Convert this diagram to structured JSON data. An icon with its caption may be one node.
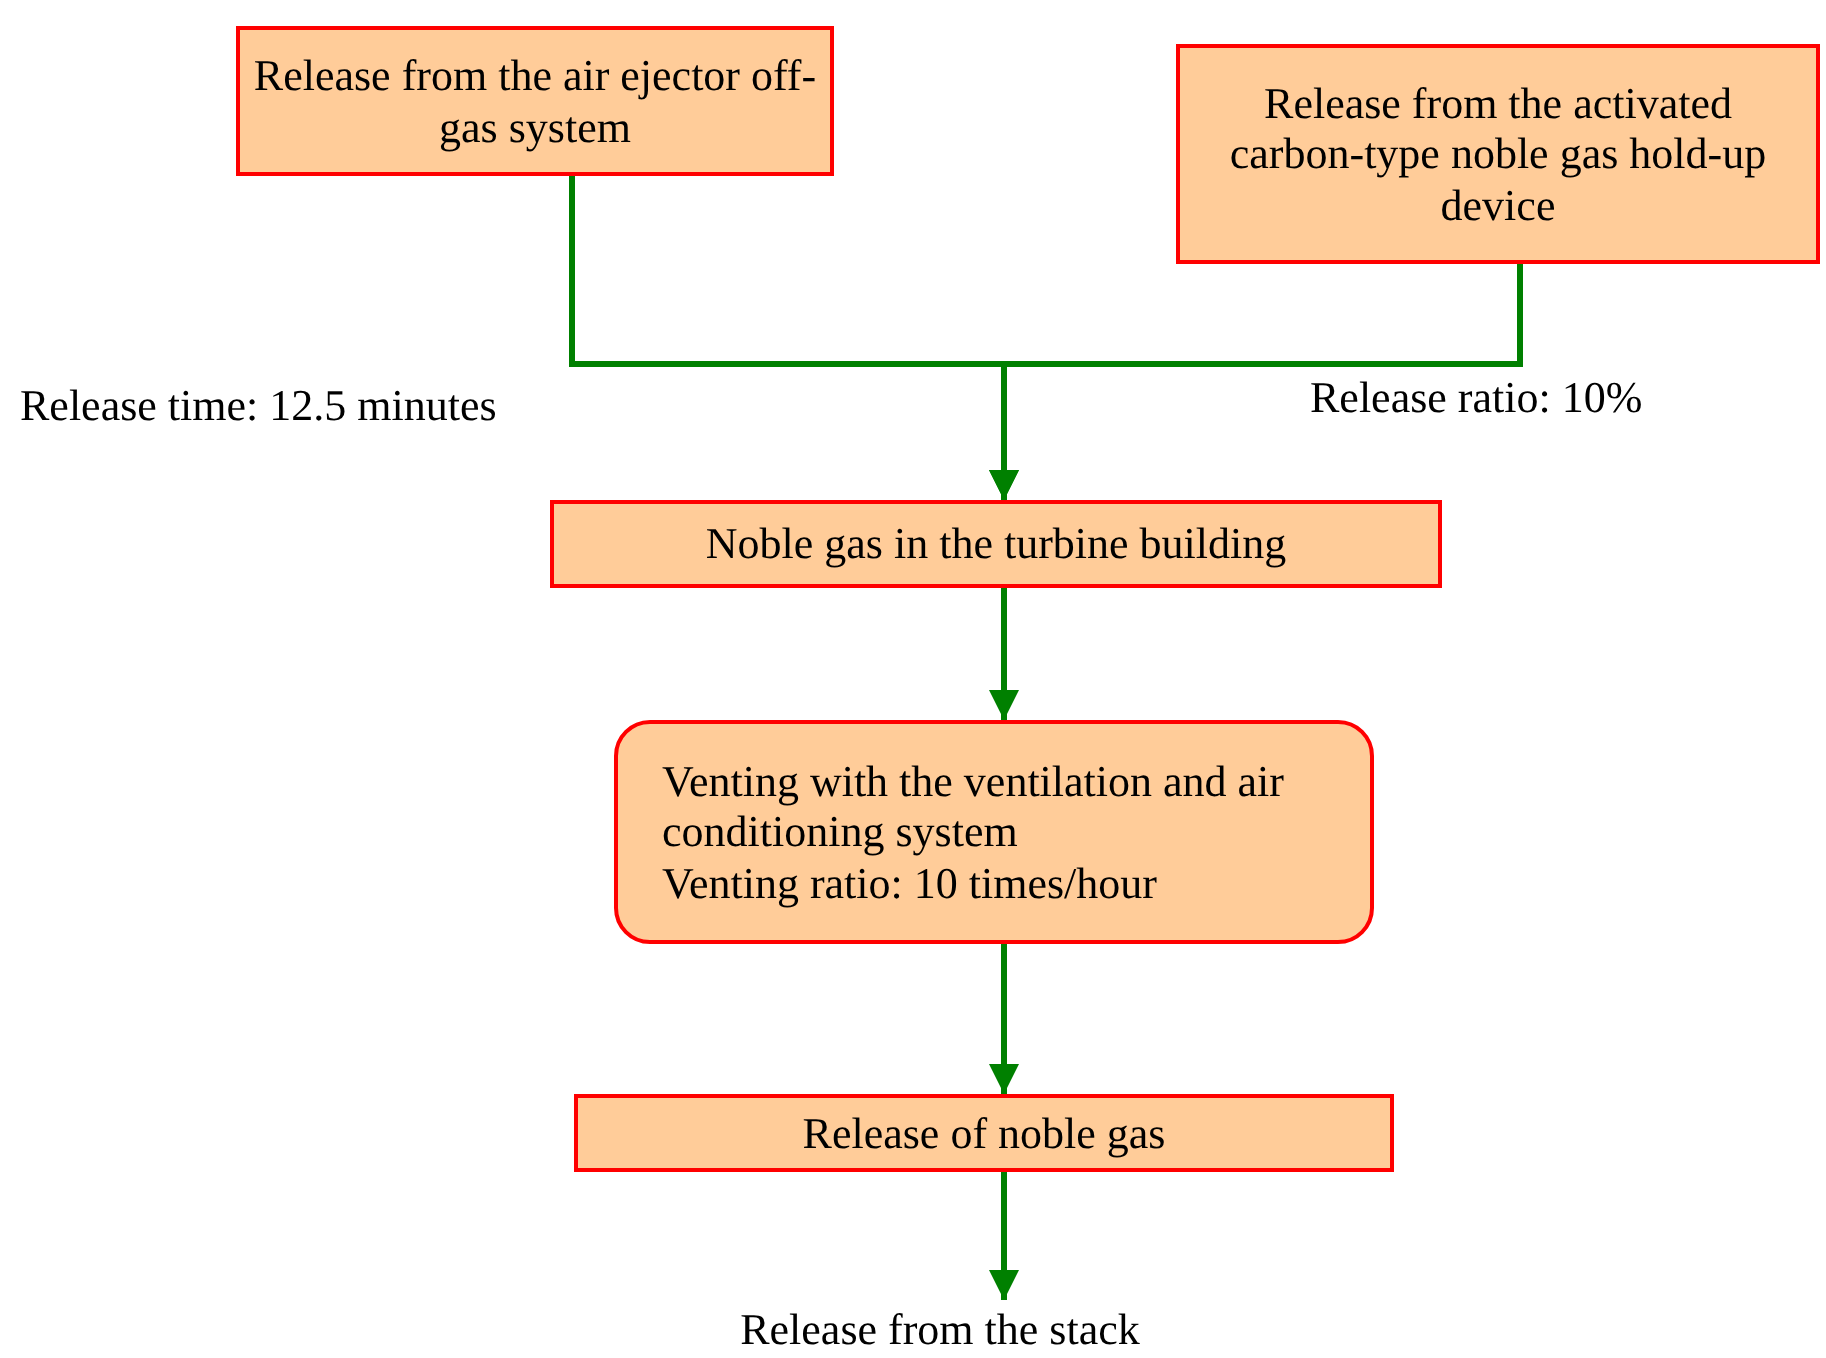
{
  "diagram": {
    "nodes": [
      {
        "text": [
          "Release from the air ejector off-gas system"
        ]
      },
      {
        "text": [
          "Release from the activated carbon-type noble gas hold-up device"
        ]
      },
      {
        "text": [
          "Noble gas in the turbine building"
        ]
      },
      {
        "text": [
          "Venting with the ventilation and air conditioning system",
          "Venting ratio: 10 times/hour"
        ]
      },
      {
        "text": [
          "Release of noble gas"
        ]
      },
      {
        "text": [
          "Release from the stack"
        ]
      }
    ],
    "edges": [
      {
        "from": 0,
        "to": 2,
        "arrow": "to",
        "label": "Release time: 12.5 minutes"
      },
      {
        "from": 1,
        "to": 2,
        "arrow": "to",
        "label": "Release ratio: 10%"
      },
      {
        "from": 2,
        "to": 3,
        "arrow": "to"
      },
      {
        "from": 3,
        "to": 4,
        "arrow": "to"
      },
      {
        "from": 4,
        "to": 5,
        "arrow": "to"
      }
    ]
  }
}
